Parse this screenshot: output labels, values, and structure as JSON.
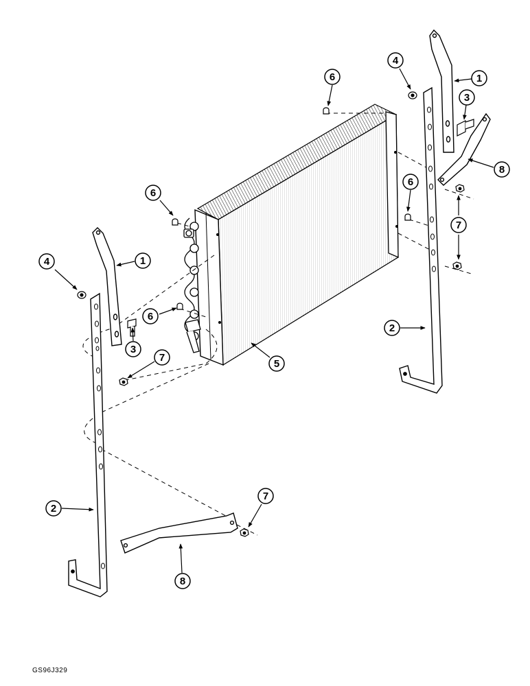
{
  "figure_code": "GS96J329",
  "callouts": [
    {
      "id": "c1-upper",
      "label": "1"
    },
    {
      "id": "c3-upper",
      "label": "3"
    },
    {
      "id": "c4-upper",
      "label": "4"
    },
    {
      "id": "c6-top",
      "label": "6"
    },
    {
      "id": "c8-upper",
      "label": "8"
    },
    {
      "id": "c6-right",
      "label": "6"
    },
    {
      "id": "c7-right",
      "label": "7"
    },
    {
      "id": "c6-left",
      "label": "6"
    },
    {
      "id": "c4-left",
      "label": "4"
    },
    {
      "id": "c1-left",
      "label": "1"
    },
    {
      "id": "c6-mid",
      "label": "6"
    },
    {
      "id": "c3-left",
      "label": "3"
    },
    {
      "id": "c7-left",
      "label": "7"
    },
    {
      "id": "c5",
      "label": "5"
    },
    {
      "id": "c2-right",
      "label": "2"
    },
    {
      "id": "c2-left",
      "label": "2"
    },
    {
      "id": "c7-lower",
      "label": "7"
    },
    {
      "id": "c8-lower",
      "label": "8"
    }
  ]
}
